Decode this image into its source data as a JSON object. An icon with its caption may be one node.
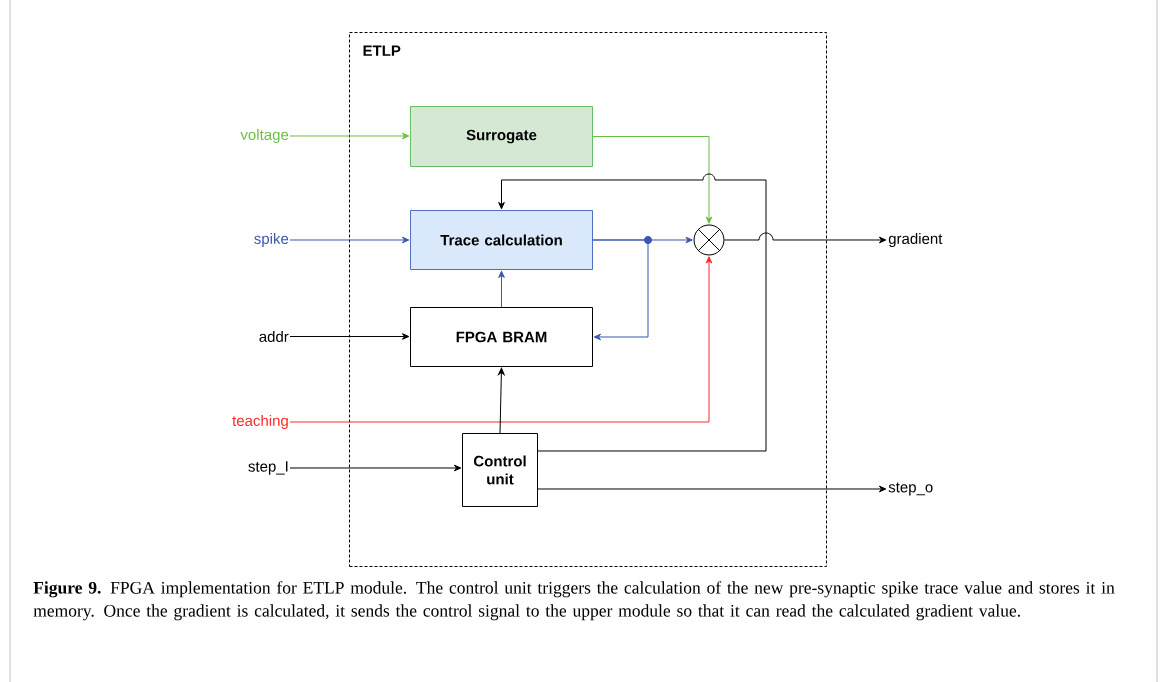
{
  "diagram": {
    "caption": "**Figure 9.** FPGA implementation for ETLP module. The control unit triggers the calculation of the new pre-synaptic spike trace value and stores it in memory. Once the gradient is calculated, it sends the control signal to the upper module so that it can read the calculated gradient value.",
    "nodes": [
      {
        "text": [
          "ETLP"
        ]
      },
      {
        "text": [
          "Surrogate"
        ],
        "in": 0
      },
      {
        "text": [
          "Trace calculation"
        ],
        "in": 0
      },
      {
        "text": [
          "FPGA BRAM"
        ],
        "in": 0
      },
      {
        "text": [
          "Control unit"
        ],
        "in": 0
      },
      {
        "text": [],
        "shape": "circle",
        "in": 0
      },
      {
        "text": [
          "voltage"
        ]
      },
      {
        "text": [
          "spike"
        ]
      },
      {
        "text": [
          "addr"
        ]
      },
      {
        "text": [
          "teaching"
        ]
      },
      {
        "text": [
          "step_I"
        ]
      },
      {
        "text": [
          "gradient"
        ]
      },
      {
        "text": [
          "step_o"
        ]
      }
    ],
    "edges": [
      {
        "from": 6,
        "to": 1,
        "arrow": "to",
        "color": "#6abf40"
      },
      {
        "from": 1,
        "to": 5,
        "arrow": "to",
        "color": "#6abf40"
      },
      {
        "from": 7,
        "to": 2,
        "arrow": "to",
        "color": "#3a56b0"
      },
      {
        "from": 2,
        "to": 5,
        "arrow": "to",
        "color": "#3a56b0"
      },
      {
        "from": 2,
        "to": 3,
        "arrow": "to",
        "color": "#3a56b0"
      },
      {
        "from": 3,
        "to": 2,
        "arrow": "to",
        "color": "#3a56b0"
      },
      {
        "from": 8,
        "to": 3,
        "arrow": "to"
      },
      {
        "from": 9,
        "to": 5,
        "arrow": "to",
        "color": "#ff2a2a"
      },
      {
        "from": 10,
        "to": 4,
        "arrow": "to"
      },
      {
        "from": 4,
        "to": 3,
        "arrow": "to"
      },
      {
        "from": 4,
        "to": 2,
        "arrow": "to"
      },
      {
        "from": 5,
        "to": 11,
        "arrow": "to"
      },
      {
        "from": 4,
        "to": 12,
        "arrow": "to"
      }
    ]
  }
}
